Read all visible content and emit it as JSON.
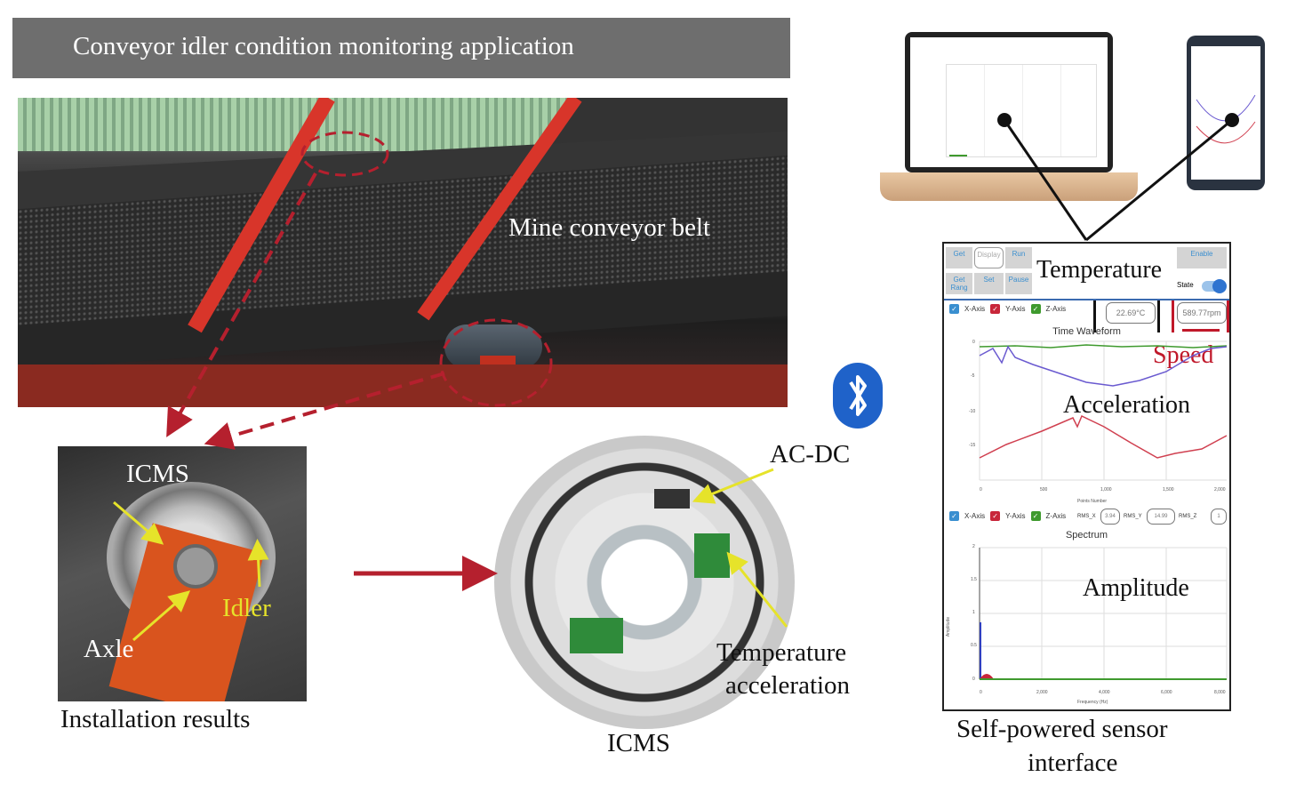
{
  "title": "Conveyor idler condition monitoring application",
  "labels": {
    "belt": "Mine conveyor belt",
    "icms_top": "ICMS",
    "idler": "Idler",
    "axle": "Axle",
    "installation": "Installation results",
    "acdc": "AC-DC",
    "temp_accel_1": "Temperature",
    "temp_accel_2": "acceleration",
    "icms_bottom": "ICMS",
    "interface_1": "Self-powered sensor",
    "interface_2": "interface"
  },
  "interface": {
    "buttons": [
      "Get",
      "Display",
      "Run",
      "Enable",
      "Get Rang",
      "Set",
      "Pause"
    ],
    "state_label": "State",
    "overlay_temperature": "Temperature",
    "overlay_speed": "Speed",
    "overlay_acceleration": "Acceleration",
    "overlay_amplitude": "Amplitude",
    "legend": [
      "X-Axis",
      "Y-Axis",
      "Z-Axis"
    ],
    "temperature_value": "22.69°C",
    "speed_value": "589.77rpm",
    "time_title": "Time Waveform",
    "time_xlabel": "Points Number",
    "time_xticks": [
      "0",
      "500",
      "1,000",
      "1,500",
      "2,000"
    ],
    "time_yticks": [
      "0",
      "-5",
      "-10",
      "-15"
    ],
    "rms": [
      {
        "label": "RMS_X",
        "value": "3.94"
      },
      {
        "label": "RMS_Y",
        "value": "14.99"
      },
      {
        "label": "RMS_Z",
        "value": "1"
      }
    ],
    "spectrum_title": "Spectrum",
    "spec_xlabel": "Frequency (Hz)",
    "spec_ylabel": "Amplitude",
    "spec_xticks": [
      "0",
      "2,000",
      "4,000",
      "6,000",
      "8,000"
    ],
    "spec_yticks": [
      "2",
      "1.5",
      "1",
      "0.5",
      "0"
    ]
  },
  "colors": {
    "arrow": "#b5202e",
    "pointer": "#e6e32a",
    "x_axis": "#3a8fd0",
    "y_axis": "#c8263a",
    "z_axis": "#3f9a2e"
  }
}
